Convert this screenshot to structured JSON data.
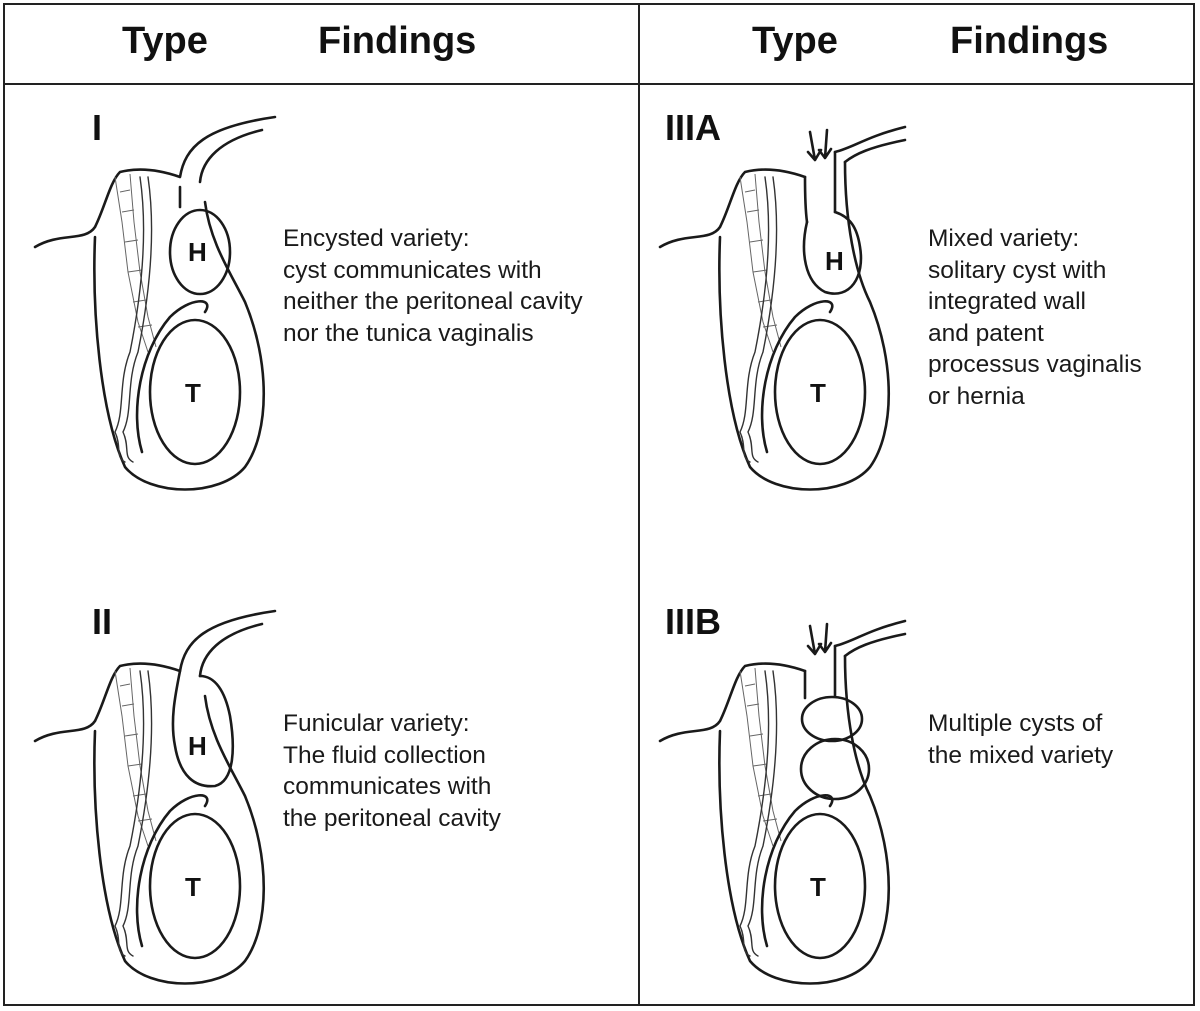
{
  "header": {
    "left_type": "Type",
    "left_findings": "Findings",
    "right_type": "Type",
    "right_findings": "Findings"
  },
  "panels": [
    {
      "type": "I",
      "findings": [
        "Encysted variety:",
        "cyst communicates with",
        "neither the peritoneal cavity",
        "nor the tunica vaginalis"
      ],
      "labels": {
        "hydrocele": "H",
        "testis": "T"
      }
    },
    {
      "type": "II",
      "findings": [
        "Funicular variety:",
        "The fluid collection",
        "communicates with",
        "the peritoneal cavity"
      ],
      "labels": {
        "hydrocele": "H",
        "testis": "T"
      }
    },
    {
      "type": "IIIA",
      "findings": [
        "Mixed variety:",
        "solitary cyst with",
        "integrated wall",
        "and patent",
        "processus vaginalis",
        "or hernia"
      ],
      "labels": {
        "hydrocele": "H",
        "testis": "T"
      }
    },
    {
      "type": "IIIB",
      "findings": [
        "Multiple cysts of",
        "the mixed variety"
      ],
      "labels": {
        "testis": "T"
      }
    }
  ],
  "icons": {
    "arrows": "double-down-arrow-icon"
  }
}
